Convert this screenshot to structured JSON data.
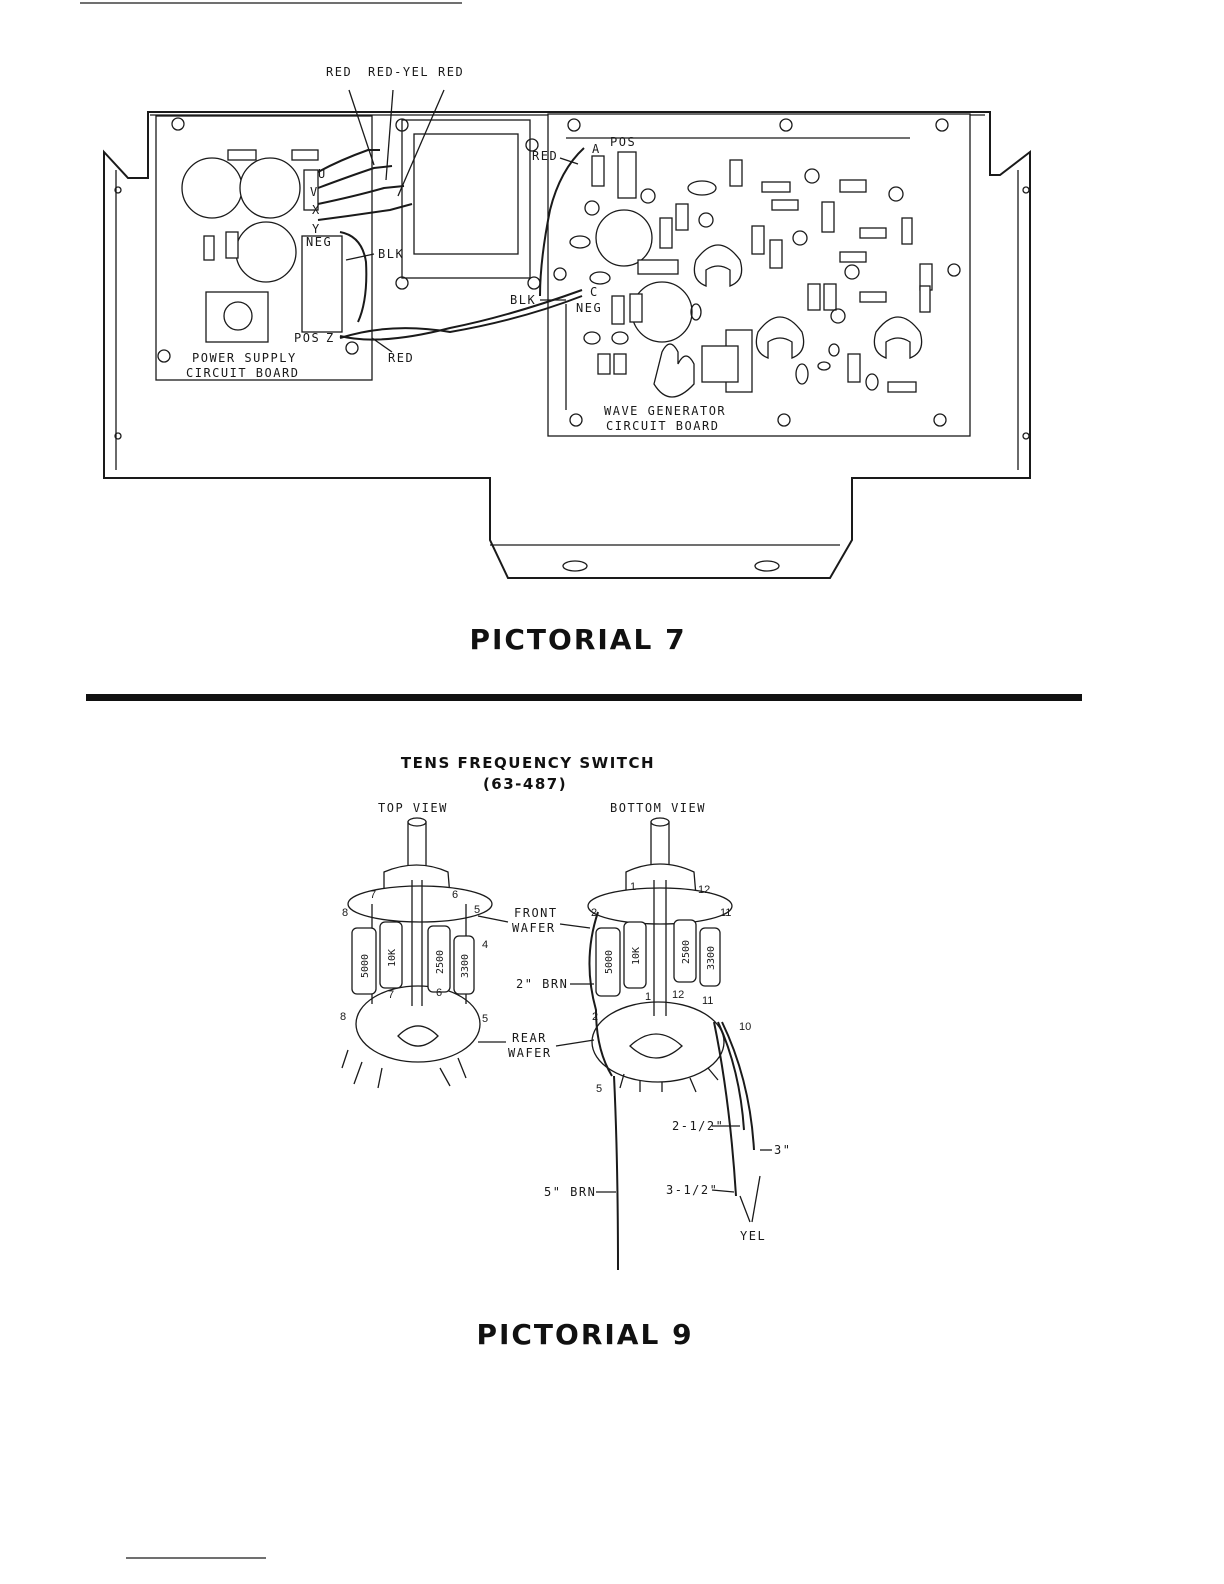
{
  "pictorial7": {
    "title": "PICTORIAL 7",
    "wire_labels": {
      "red_1": "RED",
      "red_yel": "RED-YEL",
      "red_2": "RED",
      "red_a": "RED",
      "blk_left": "BLK",
      "blk_right": "BLK",
      "red_bottom": "RED"
    },
    "terminals": {
      "u": "U",
      "v": "V",
      "x": "X",
      "y": "Y",
      "z": "Z",
      "a": "A",
      "c": "C",
      "neg_left": "NEG",
      "pos_left": "POS",
      "pos_right": "POS",
      "neg_right": "NEG"
    },
    "boards": {
      "power_line1": "POWER SUPPLY",
      "power_line2": "CIRCUIT BOARD",
      "wave_line1": "WAVE GENERATOR",
      "wave_line2": "CIRCUIT BOARD"
    }
  },
  "pictorial9": {
    "title": "PICTORIAL 9",
    "switch_title": "TENS FREQUENCY SWITCH",
    "part_number": "(63-487)",
    "top_view": "TOP VIEW",
    "bottom_view": "BOTTOM VIEW",
    "front_line1": "FRONT",
    "front_line2": "WAFER",
    "rear_line1": "REAR",
    "rear_line2": "WAFER",
    "wire_2brn": "2\" BRN",
    "wire_5brn": "5\" BRN",
    "len_2_5": "2-1/2\"",
    "len_3": "3\"",
    "len_3_5": "3-1/2\"",
    "yel": "YEL",
    "resistors": [
      "5000",
      "10K",
      "2500",
      "3300"
    ],
    "lugs_top": [
      "7",
      "6",
      "5",
      "8",
      "4",
      "7",
      "6",
      "8",
      "5"
    ],
    "lugs_bottom": [
      "1",
      "12",
      "2",
      "11",
      "1",
      "12",
      "11",
      "2",
      "10",
      "5"
    ]
  }
}
